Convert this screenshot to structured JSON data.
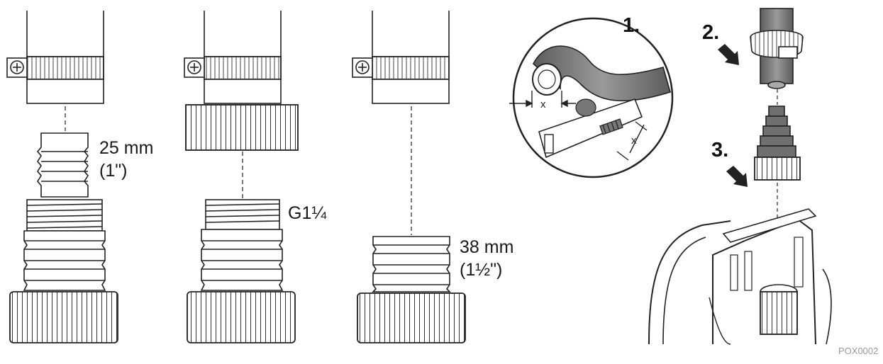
{
  "adapters": [
    {
      "size_mm": "25 mm",
      "size_inch": "(1\")"
    },
    {
      "thread": "G1¼"
    },
    {
      "size_mm": "38 mm",
      "size_inch": "(1½\")"
    }
  ],
  "steps": {
    "step1": "1.",
    "step2": "2.",
    "step3": "3."
  },
  "measure_mark": "x",
  "figure_code": "POX0002",
  "colors": {
    "line": "#222222",
    "hose_dark": "#6b6b6b",
    "hose_mid": "#8a8a8a",
    "background": "#ffffff"
  }
}
